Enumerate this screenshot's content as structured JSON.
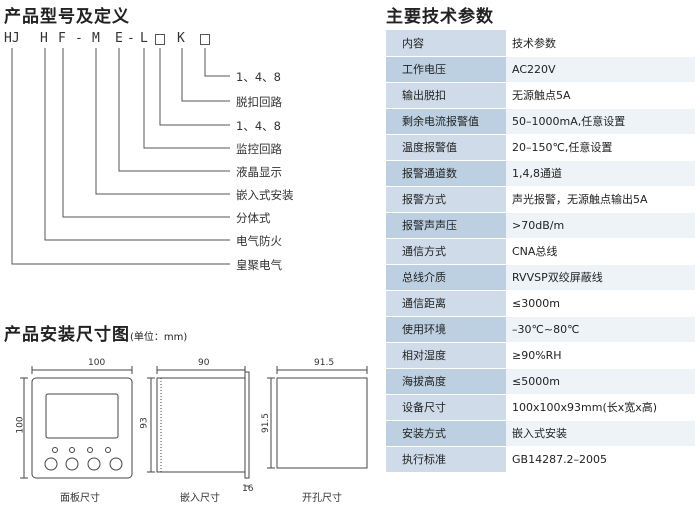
{
  "left": {
    "title": "产品型号及定义",
    "model_code": [
      "HJ",
      "H",
      "F",
      "-",
      "M",
      "E",
      "-",
      "L",
      "□",
      "K",
      "□"
    ],
    "model_labels": [
      "1、4、8",
      "脱扣回路",
      "1、4、8",
      "监控回路",
      "液晶显示",
      "嵌入式安装",
      "分体式",
      "电气防火",
      "皇聚电气"
    ],
    "install_title": "产品安装尺寸图",
    "install_unit": "(单位：mm)",
    "drawings": {
      "panel": {
        "label": "面板尺寸",
        "width_dim": "100",
        "height_dim": "100"
      },
      "embed": {
        "label": "嵌入尺寸",
        "width_dim": "90",
        "height_dim": "93",
        "depth_dim": "16"
      },
      "hole": {
        "label": "开孔尺寸",
        "width_dim": "91.5",
        "height_dim": "91.5"
      }
    }
  },
  "right": {
    "title": "主要技术参数",
    "header": {
      "key": "内容",
      "value": "技术参数"
    },
    "rows": [
      {
        "key": "工作电压",
        "value": "AC220V"
      },
      {
        "key": "输出脱扣",
        "value": "无源触点5A"
      },
      {
        "key": "剩余电流报警值",
        "value": "50–1000mA,任意设置"
      },
      {
        "key": "温度报警值",
        "value": "20–150℃,任意设置"
      },
      {
        "key": "报警通道数",
        "value": "1,4,8通道"
      },
      {
        "key": "报警方式",
        "value": "声光报警，无源触点输出5A"
      },
      {
        "key": "报警声声压",
        "value": ">70dB/m"
      },
      {
        "key": "通信方式",
        "value": "CNA总线"
      },
      {
        "key": "总线介质",
        "value": "RVVSP双绞屏蔽线"
      },
      {
        "key": "通信距离",
        "value": "≤3000m"
      },
      {
        "key": "使用环境",
        "value": "–30℃~80℃"
      },
      {
        "key": "相对湿度",
        "value": "≥90%RH"
      },
      {
        "key": "海拔高度",
        "value": "≤5000m"
      },
      {
        "key": "设备尺寸",
        "value": "100x100x93mm(长x宽x高)"
      },
      {
        "key": "安装方式",
        "value": "嵌入式安装"
      },
      {
        "key": "执行标准",
        "value": "GB14287.2–2005"
      }
    ]
  }
}
